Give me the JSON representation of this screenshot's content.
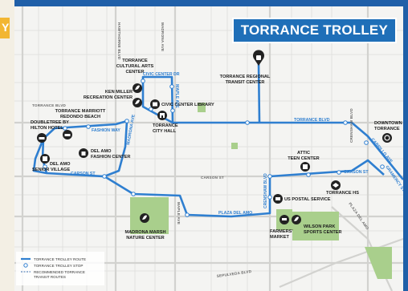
{
  "title": "TORRANCE TROLLEY",
  "left_tab_text": "Y",
  "colors": {
    "frame": "#1f5fa8",
    "route": "#2f7fd0",
    "park": "#a9cf8c",
    "stop": "#ffffff",
    "icon": "#222222"
  },
  "places": [
    {
      "id": "cultural",
      "lines": [
        "TORRANCE",
        "CULTURAL ARTS",
        "CENTER"
      ],
      "icon": "leaf-icon"
    },
    {
      "id": "kenmiller",
      "lines": [
        "KEN MILLER",
        "RECREATION CENTER"
      ],
      "icon": "leaf-icon"
    },
    {
      "id": "library",
      "lines": [
        "CIVIC CENTER LIBRARY"
      ],
      "icon": "book-icon"
    },
    {
      "id": "cityhall",
      "lines": [
        "TORRANCE",
        "CITY HALL"
      ],
      "icon": "building-icon"
    },
    {
      "id": "transit",
      "lines": [
        "TORRANCE REGIONAL",
        "TRANSIT CENTER"
      ],
      "icon": "bus-icon"
    },
    {
      "id": "marriott",
      "lines": [
        "TORRANCE MARRIOTT",
        "REDONDO BEACH"
      ],
      "icon": "bed-icon"
    },
    {
      "id": "doubletree",
      "lines": [
        "DOUBLETREE BY",
        "HILTON HOTEL"
      ],
      "icon": "bed-icon"
    },
    {
      "id": "delamofashion",
      "lines": [
        "DEL AMO",
        "FASHION CENTER"
      ],
      "icon": "shopping-bag-icon"
    },
    {
      "id": "senior",
      "lines": [
        "DEL AMO",
        "SENIOR VILLAGE"
      ],
      "icon": "building-icon"
    },
    {
      "id": "downtown",
      "lines": [
        "DOWNTOWN",
        "TORRANCE"
      ],
      "icon": "target-icon"
    },
    {
      "id": "attic",
      "lines": [
        "ATTIC",
        "TEEN CENTER"
      ],
      "icon": "building-icon"
    },
    {
      "id": "torrancehs",
      "lines": [
        "TORRANCE HS"
      ],
      "icon": "graduation-cap-icon"
    },
    {
      "id": "postal",
      "lines": [
        "US POSTAL SERVICE"
      ],
      "icon": "mail-icon"
    },
    {
      "id": "farmers",
      "lines": [
        "FARMERS'",
        "MARKET"
      ],
      "icon": "cart-icon"
    },
    {
      "id": "wilson",
      "lines": [
        "WILSON PARK",
        "SPORTS CENTER"
      ],
      "icon": "leaf-icon"
    },
    {
      "id": "madrona",
      "lines": [
        "MADRONA MARSH",
        "NATURE CENTER"
      ],
      "icon": "leaf-icon"
    }
  ],
  "streets_on_route": {
    "civic_center_dr": "CIVIC CENTER DR",
    "maple_ave_n": "MAPLE AVE",
    "fashion_way": "FASHION WAY",
    "madrona_ave": "MADRONA AVE",
    "torrance_blvd": "TORRANCE BLVD",
    "carson_st_w": "CARSON ST",
    "carson_st_e": "CARSON ST",
    "crenshaw_blvd": "CRENSHAW BLVD",
    "plaza_del_amo": "PLAZA DEL AMO",
    "cabrillo_ave": "CABRILLO AVE",
    "gramercy_st": "GRAMERCY ST"
  },
  "streets_other": {
    "crenshaw_blvd_left": "CRENSHAW BLVD",
    "carson_st_mid": "CARSON ST",
    "maple_ave_s": "MAPLE AVE",
    "plaza_del_amo_e": "PLAZA DEL AMO",
    "sepulveda_blvd": "SEPULVEDA BLVD",
    "torrance_blvd_w": "TORRANCE BLVD",
    "hawthorne_blvd": "HAWTHORNE BLVD",
    "madrona_n": "MADRONA AVE"
  },
  "legend": [
    {
      "symbol": "line",
      "label": "TORRANCE TROLLEY ROUTE"
    },
    {
      "symbol": "stop",
      "label": "TORRANCE TROLLEY STOP"
    },
    {
      "symbol": "dashed",
      "label": "RECOMMENDED TORRANCE"
    },
    {
      "symbol": "none",
      "label": "TRANSIT ROUTES"
    }
  ]
}
